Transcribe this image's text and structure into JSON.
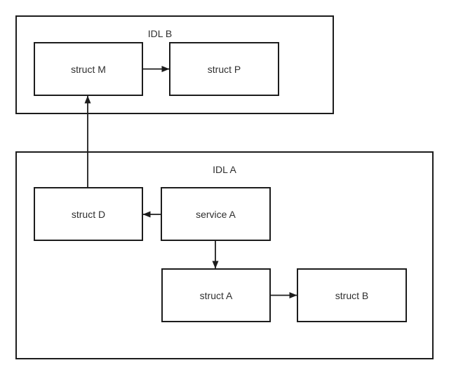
{
  "diagram": {
    "type": "block-diagram",
    "background_color": "#ffffff",
    "stroke_color": "#1c1c1c",
    "text_color": "#2f2f2f",
    "groups": [
      {
        "id": "idl-b",
        "label": "IDL B"
      },
      {
        "id": "idl-a",
        "label": "IDL A"
      }
    ],
    "nodes": [
      {
        "id": "struct-m",
        "label": "struct M",
        "group": "IDL B"
      },
      {
        "id": "struct-p",
        "label": "struct P",
        "group": "IDL B"
      },
      {
        "id": "struct-d",
        "label": "struct D",
        "group": "IDL A"
      },
      {
        "id": "service-a",
        "label": "service A",
        "group": "IDL A"
      },
      {
        "id": "struct-a",
        "label": "struct A",
        "group": "IDL A"
      },
      {
        "id": "struct-b",
        "label": "struct B",
        "group": "IDL A"
      }
    ],
    "edges": [
      {
        "from": "struct M",
        "to": "struct P",
        "direction": "right"
      },
      {
        "from": "struct D",
        "to": "struct M",
        "direction": "up"
      },
      {
        "from": "service A",
        "to": "struct D",
        "direction": "left"
      },
      {
        "from": "service A",
        "to": "struct A",
        "direction": "down"
      },
      {
        "from": "struct A",
        "to": "struct B",
        "direction": "right"
      }
    ]
  }
}
